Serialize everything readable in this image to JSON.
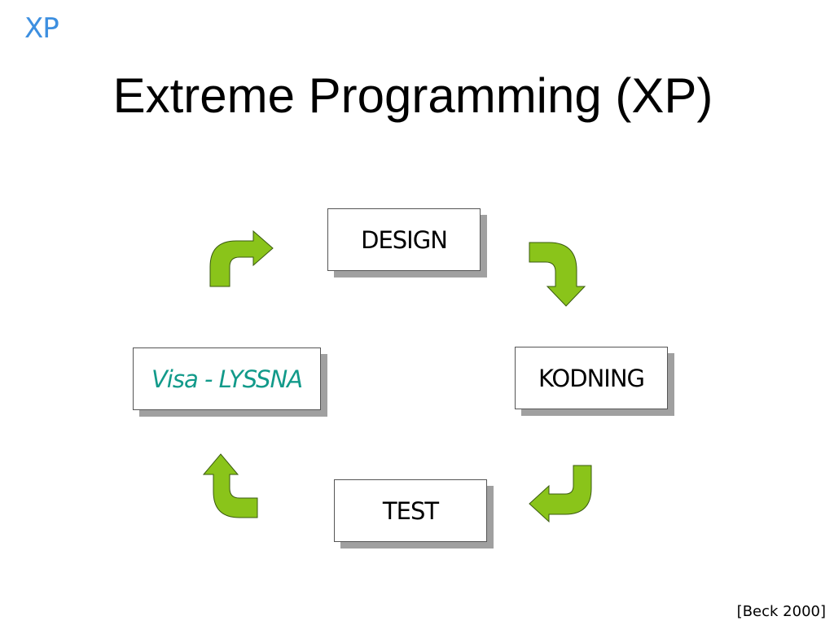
{
  "header": {
    "corner_label": "XP",
    "title": "Extreme Programming (XP)"
  },
  "cycle": {
    "nodes": [
      {
        "id": "design",
        "label": "DESIGN"
      },
      {
        "id": "kodning",
        "label": "KODNING"
      },
      {
        "id": "test",
        "label": "TEST"
      },
      {
        "id": "visa",
        "label": "Visa - LYSSNA"
      }
    ],
    "arrows": [
      {
        "icon": "curved-arrow-right-down-icon",
        "from": "DESIGN",
        "to": "KODNING"
      },
      {
        "icon": "curved-arrow-down-left-icon",
        "from": "KODNING",
        "to": "TEST"
      },
      {
        "icon": "curved-arrow-up-icon",
        "from": "TEST",
        "to": "Visa - LYSSNA"
      },
      {
        "icon": "curved-arrow-up-right-icon",
        "from": "Visa - LYSSNA",
        "to": "DESIGN"
      }
    ]
  },
  "footer": {
    "citation": "[Beck 2000]"
  },
  "colors": {
    "accent_blue": "#3d8fe0",
    "accent_teal": "#129a8a",
    "arrow_fill": "#8ac41a",
    "arrow_stroke": "#3a5a10",
    "box_shadow": "#a0a0a0"
  }
}
